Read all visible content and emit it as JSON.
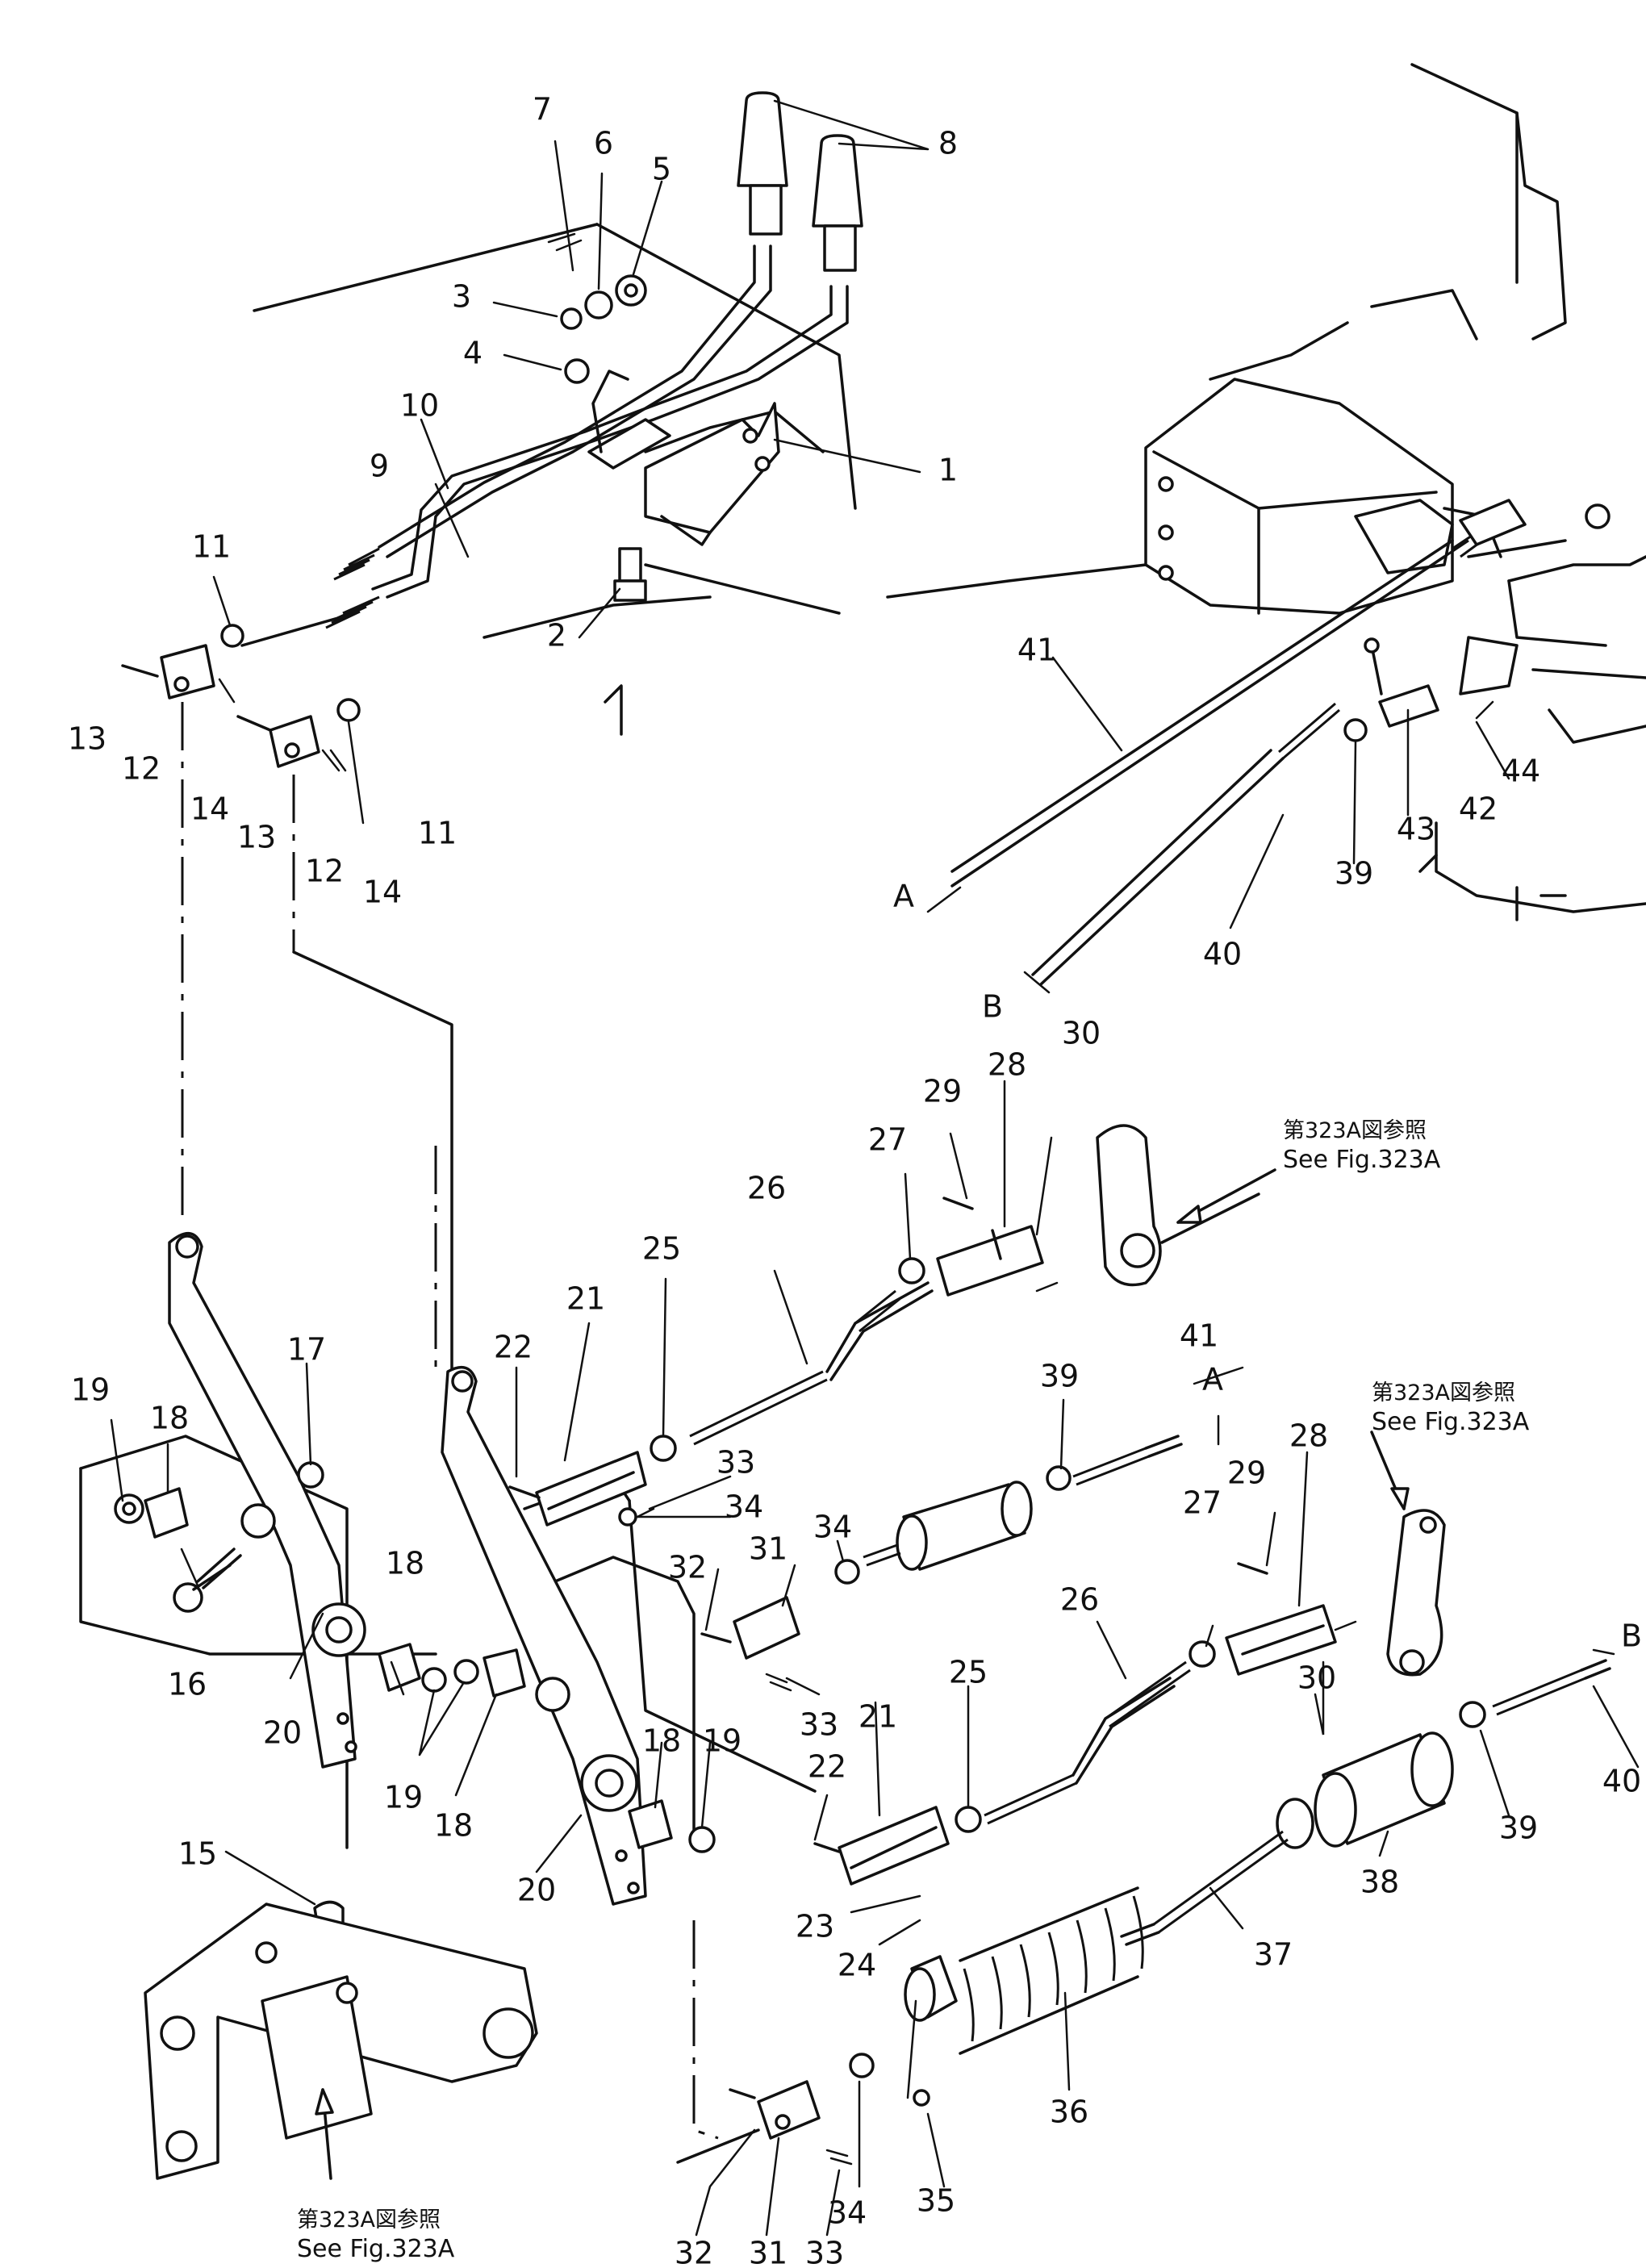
{
  "diagram": {
    "part_labels": {
      "p1": "1",
      "p2": "2",
      "p3": "3",
      "p4": "4",
      "p5": "5",
      "p6": "6",
      "p7": "7",
      "p8": "8",
      "p9": "9",
      "p10": "10",
      "p11a": "11",
      "p11b": "11",
      "p12a": "12",
      "p12b": "12",
      "p13a": "13",
      "p13b": "13",
      "p14a": "14",
      "p14b": "14",
      "p15": "15",
      "p16": "16",
      "p17": "17",
      "p18a": "18",
      "p18b": "18",
      "p18c": "18",
      "p18d": "18",
      "p19a": "19",
      "p19b": "19",
      "p19c": "19",
      "p20a": "20",
      "p20b": "20",
      "p21a": "21",
      "p21b": "21",
      "p22a": "22",
      "p22b": "22",
      "p23": "23",
      "p24": "24",
      "p25a": "25",
      "p25b": "25",
      "p26a": "26",
      "p26b": "26",
      "p27a": "27",
      "p27b": "27",
      "p28a": "28",
      "p28b": "28",
      "p29a": "29",
      "p29b": "29",
      "p30a": "30",
      "p30b": "30",
      "p31a": "31",
      "p31b": "31",
      "p32a": "32",
      "p32b": "32",
      "p33a": "33",
      "p33b": "33",
      "p33c": "33",
      "p34a": "34",
      "p34b": "34",
      "p34c": "34",
      "p35": "35",
      "p36": "36",
      "p37": "37",
      "p38": "38",
      "p39a": "39",
      "p39b": "39",
      "p39c": "39",
      "p40a": "40",
      "p40b": "40",
      "p41a": "41",
      "p41b": "41",
      "p42": "42",
      "p43": "43",
      "p44": "44",
      "endA1": "A",
      "endA2": "A",
      "endB1": "B",
      "endB2": "B"
    },
    "references": {
      "jp": "第323A図参照",
      "en": "See  Fig.323A"
    }
  }
}
